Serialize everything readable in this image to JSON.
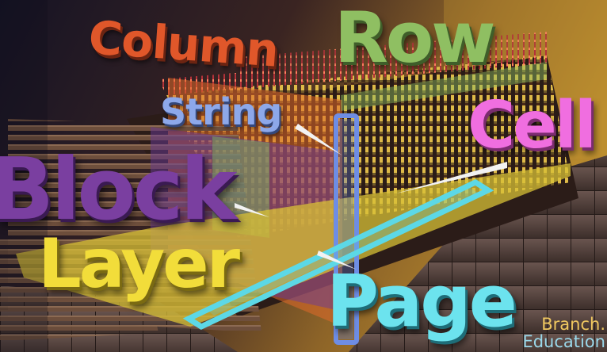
{
  "labels": {
    "column": "Column",
    "row": "Row",
    "string": "String",
    "cell": "Cell",
    "block": "Block",
    "layer": "Layer",
    "page": "Page"
  },
  "watermark": {
    "line1": "Branch.",
    "line2": "Education"
  },
  "colors": {
    "column": "#e0572a",
    "row": "#8fbf62",
    "string": "#8da8ea",
    "cell": "#f06ee0",
    "block": "#7a3fa0",
    "layer": "#f2dd3a",
    "page": "#6ce3ee",
    "background_dark": "#1a1220",
    "background_warm": "#b0822e",
    "floor": "#5a4a44"
  }
}
